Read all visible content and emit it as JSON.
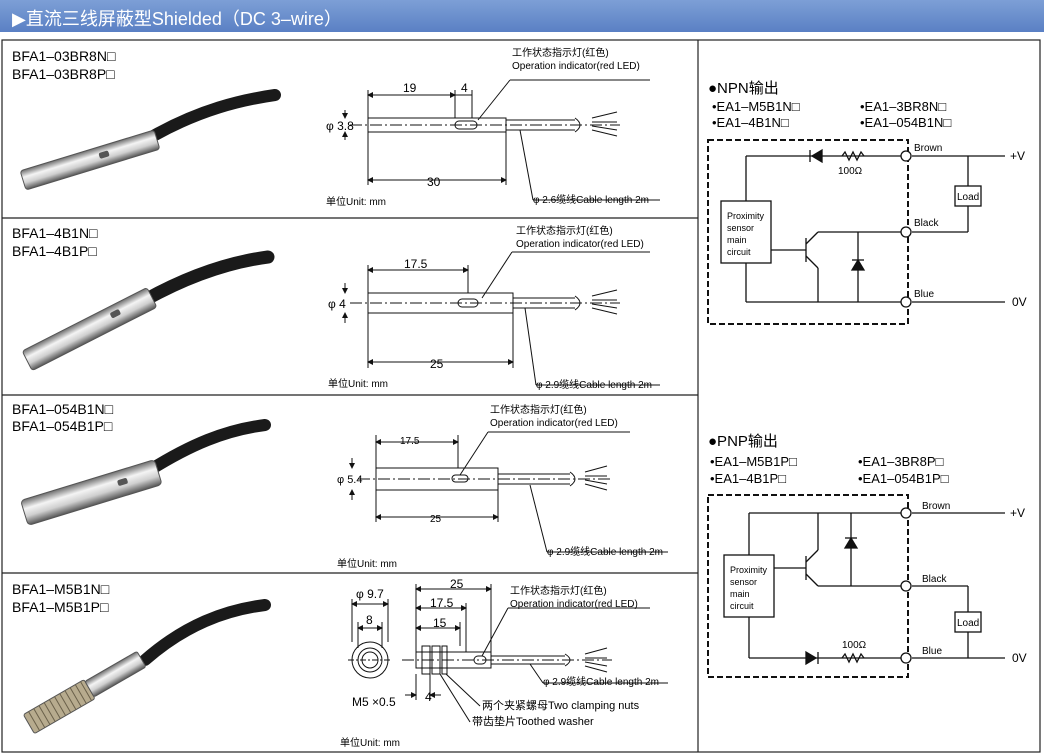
{
  "header": {
    "title": "▶直流三线屏蔽型Shielded（DC 3–wire）"
  },
  "products": [
    {
      "models": [
        "BFA1–03BR8N□",
        "BFA1–03BR8P□"
      ],
      "dims": [
        "19",
        "4",
        "30"
      ],
      "diameter": "φ 3.8",
      "indicator_cn": "工作状态指示灯(红色)",
      "indicator_en": "Operation indicator(red LED)",
      "cable": "φ 2.6缆线Cable length 2m",
      "unit": "单位Unit: mm"
    },
    {
      "models": [
        "BFA1–4B1N□",
        "BFA1–4B1P□"
      ],
      "dims": [
        "17.5",
        "25"
      ],
      "diameter": "φ 4",
      "indicator_cn": "工作状态指示灯(红色)",
      "indicator_en": "Operation indicator(red LED)",
      "cable": "φ 2.9缆线Cable length 2m",
      "unit": "单位Unit: mm"
    },
    {
      "models": [
        "BFA1–054B1N□",
        "BFA1–054B1P□"
      ],
      "dims": [
        "17.5",
        "25"
      ],
      "diameter": "φ 5.4",
      "indicator_cn": "工作状态指示灯(红色)",
      "indicator_en": "Operation indicator(red LED)",
      "cable": "φ 2.9缆线Cable length 2m",
      "unit": "单位Unit: mm"
    },
    {
      "models": [
        "BFA1–M5B1N□",
        "BFA1–M5B1P□"
      ],
      "dims": [
        "25",
        "17.5",
        "15",
        "4"
      ],
      "diameter": "φ 9.7",
      "hex": "8",
      "thread": "M5 ×0.5",
      "indicator_cn": "工作状态指示灯(红色)",
      "indicator_en": "Operation indicator(red LED)",
      "cable": "φ 2.9缆线Cable length 2m",
      "nuts": "两个夹紧螺母Two clamping nuts",
      "washer": "带齿垫片Toothed washer",
      "unit": "单位Unit: mm"
    }
  ],
  "npn": {
    "title": "●NPN输出",
    "models": [
      "•EA1–M5B1N□",
      "•EA1–3BR8N□",
      "•EA1–4B1N□",
      "•EA1–054B1N□"
    ],
    "brown": "Brown",
    "black": "Black",
    "blue": "Blue",
    "v_plus": "+V",
    "v_zero": "0V",
    "resistor": "100Ω",
    "load": "Load",
    "circuit": [
      "Proximity",
      "sensor",
      "main",
      "circuit"
    ]
  },
  "pnp": {
    "title": "●PNP输出",
    "models": [
      "•EA1–M5B1P□",
      "•EA1–3BR8P□",
      "•EA1–4B1P□",
      "•EA1–054B1P□"
    ],
    "brown": "Brown",
    "black": "Black",
    "blue": "Blue",
    "v_plus": "+V",
    "v_zero": "0V",
    "resistor": "100Ω",
    "load": "Load",
    "circuit": [
      "Proximity",
      "sensor",
      "main",
      "circuit"
    ]
  }
}
